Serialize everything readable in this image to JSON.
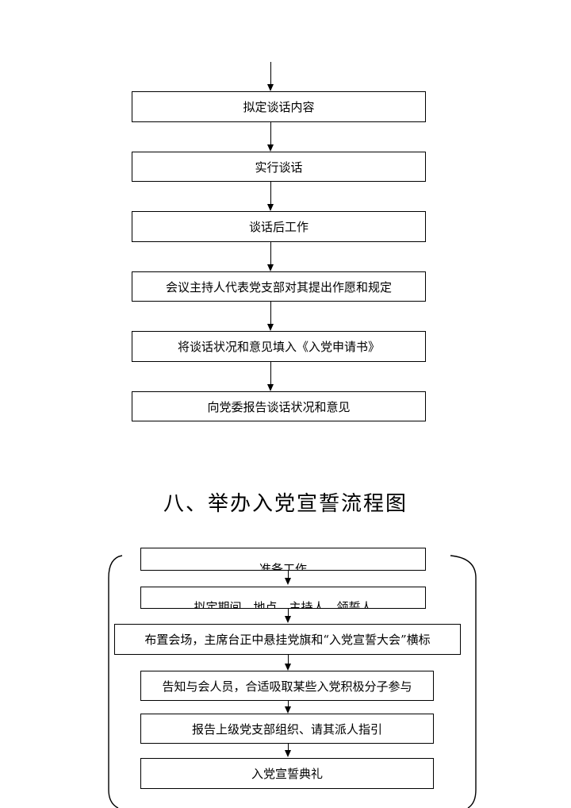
{
  "flow_a": {
    "steps": [
      "拟定谈话内容",
      "实行谈话",
      "谈话后工作",
      "会议主持人代表党支部对其提出作愿和规定",
      "将谈话状况和意见填入《入党申请书》",
      "向党委报告谈话状况和意见"
    ]
  },
  "section": {
    "title": "八、举办入党宣誓流程图"
  },
  "flow_b": {
    "steps": [
      "准备工作",
      "拟定期间、地点、主持人、领誓人",
      "布置会场，主席台正中悬挂党旗和“入党宣誓大会”横标",
      "告知与会人员，合适吸取某些入党积极分子参与",
      "报告上级党支部组织、请其派人指引",
      "入党宣誓典礼"
    ]
  }
}
